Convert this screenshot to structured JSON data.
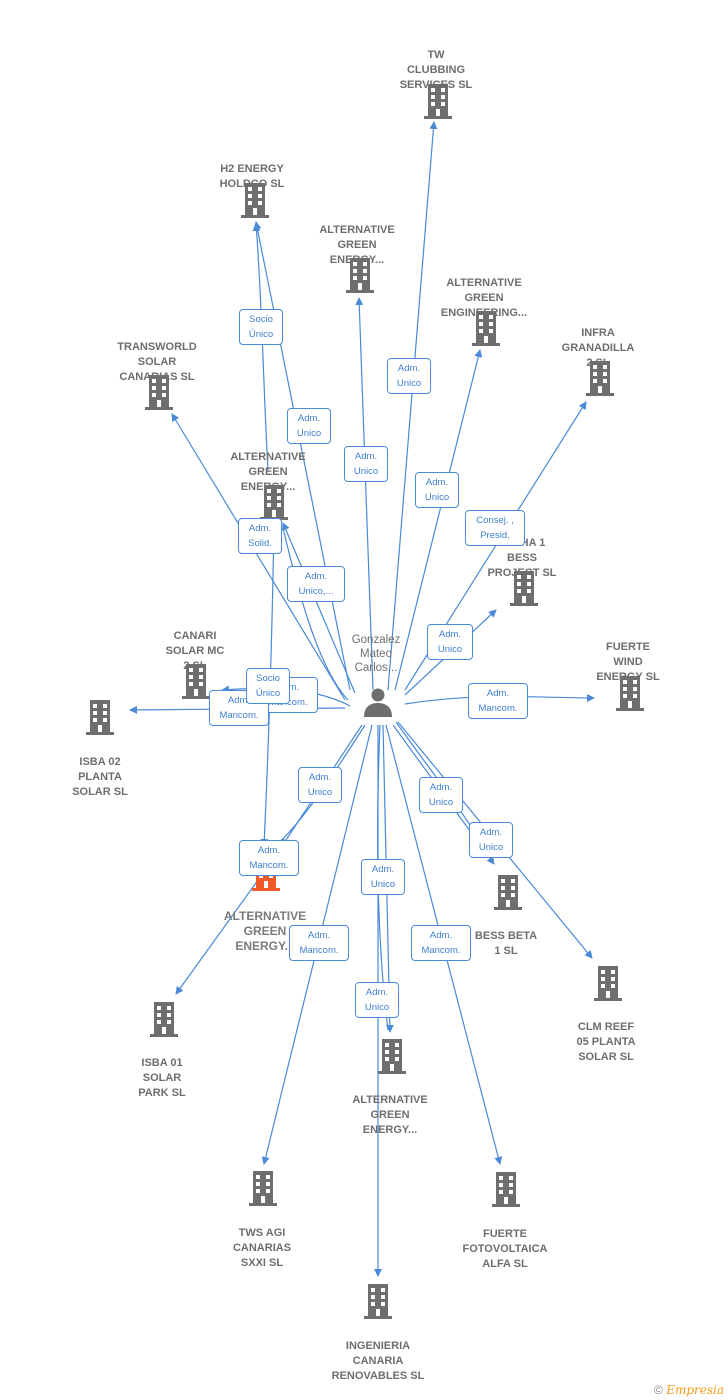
{
  "colors": {
    "edge": "#4a8ad6",
    "building": "#6e6e6e",
    "main_building": "#f05a28"
  },
  "person": {
    "label": "Gonzalez\nMateo\nCarlos...",
    "icon": "person-icon"
  },
  "companies": [
    {
      "id": "tw_clubbing",
      "label": "TW\nCLUBBING\nSERVICES SL"
    },
    {
      "id": "h2_energy",
      "label": "H2 ENERGY\nHOLDCO SL"
    },
    {
      "id": "alt_green_1",
      "label": "ALTERNATIVE\nGREEN\nENERGY..."
    },
    {
      "id": "alt_green_eng",
      "label": "ALTERNATIVE\nGREEN\nENGINEERING..."
    },
    {
      "id": "infra_granadilla",
      "label": "INFRA\nGRANADILLA\n2 SL"
    },
    {
      "id": "transworld",
      "label": "TRANSWORLD\nSOLAR\nCANARIAS SL"
    },
    {
      "id": "alt_green_2",
      "label": "ALTERNATIVE\nGREEN\nENERGY..."
    },
    {
      "id": "alpha_bess",
      "label": "ALPHA 1\nBESS\nPROJECT SL"
    },
    {
      "id": "canari_solar",
      "label": "CANARI\nSOLAR MC\n2 SL"
    },
    {
      "id": "fuerte_wind",
      "label": "FUERTE\nWIND\nENERGY SL"
    },
    {
      "id": "isba02",
      "label": "ISBA 02\nPLANTA\nSOLAR SL"
    },
    {
      "id": "alt_green_main",
      "label": "ALTERNATIVE\nGREEN\nENERGY..."
    },
    {
      "id": "bess_beta",
      "label": "BESS BETA\n1 SL"
    },
    {
      "id": "clm_reef",
      "label": "CLM REEF\n05 PLANTA\nSOLAR SL"
    },
    {
      "id": "isba01",
      "label": "ISBA 01\nSOLAR\nPARK SL"
    },
    {
      "id": "alt_green_3",
      "label": "ALTERNATIVE\nGREEN\nENERGY..."
    },
    {
      "id": "tws_agi",
      "label": "TWS AGI\nCANARIAS\nSXXI SL"
    },
    {
      "id": "fuerte_foto",
      "label": "FUERTE\nFOTOVOLTAICA\nALFA SL"
    },
    {
      "id": "ingenieria",
      "label": "INGENIERIA\nCANARIA\nRENOVABLES SL"
    }
  ],
  "edge_labels": [
    "Adm.\nUnico",
    "Adm.\nUnico",
    "Socio\nÚnico",
    "Adm.\nUnico",
    "Adm.\nUnico",
    "Adm.\nSolid.",
    "Adm.\nUnico,...",
    "Consej. ,\nPresid.",
    "Adm.\nUnico",
    "Adm.\nMancom.",
    "Adm.\nMancom.",
    "Socio\nÚnico",
    "Adm.\nMancom.",
    "Adm.\nUnico",
    "Adm.\nUnico",
    "Adm.\nUnico",
    "Adm.\nMancom.",
    "Adm.\nUnico",
    "Adm.\nMancom.",
    "Adm.\nMancom.",
    "Adm.\nUnico"
  ],
  "footer": {
    "copyright": "©",
    "brand": "Empresia"
  }
}
